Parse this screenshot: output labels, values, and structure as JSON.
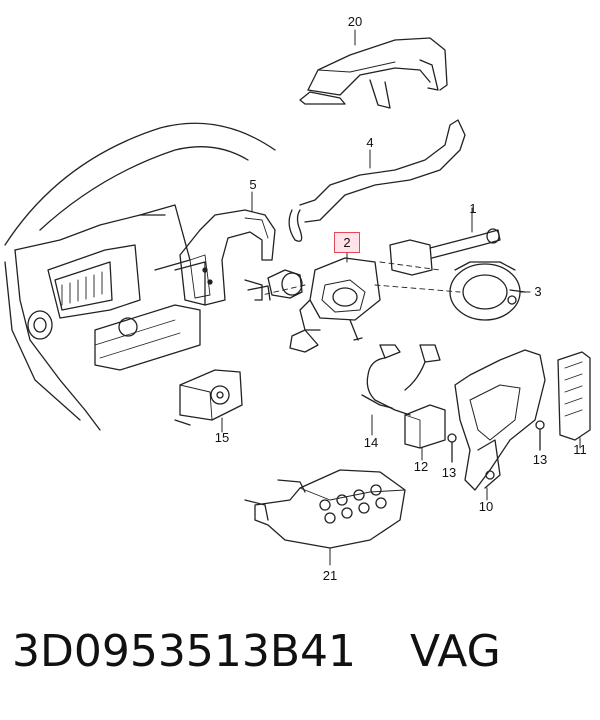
{
  "callouts": {
    "c1": "1",
    "c2": "2",
    "c3": "3",
    "c4": "4",
    "c5": "5",
    "c10": "10",
    "c11": "11",
    "c12": "12",
    "c13a": "13",
    "c13b": "13",
    "c14": "14",
    "c15": "15",
    "c20": "20",
    "c21": "21"
  },
  "highlight": {
    "callout": "2",
    "border": "#e24a5b",
    "fill": "#ffe3e8"
  },
  "footer": {
    "part_number": "3D0953513B41",
    "brand": "VAG"
  }
}
